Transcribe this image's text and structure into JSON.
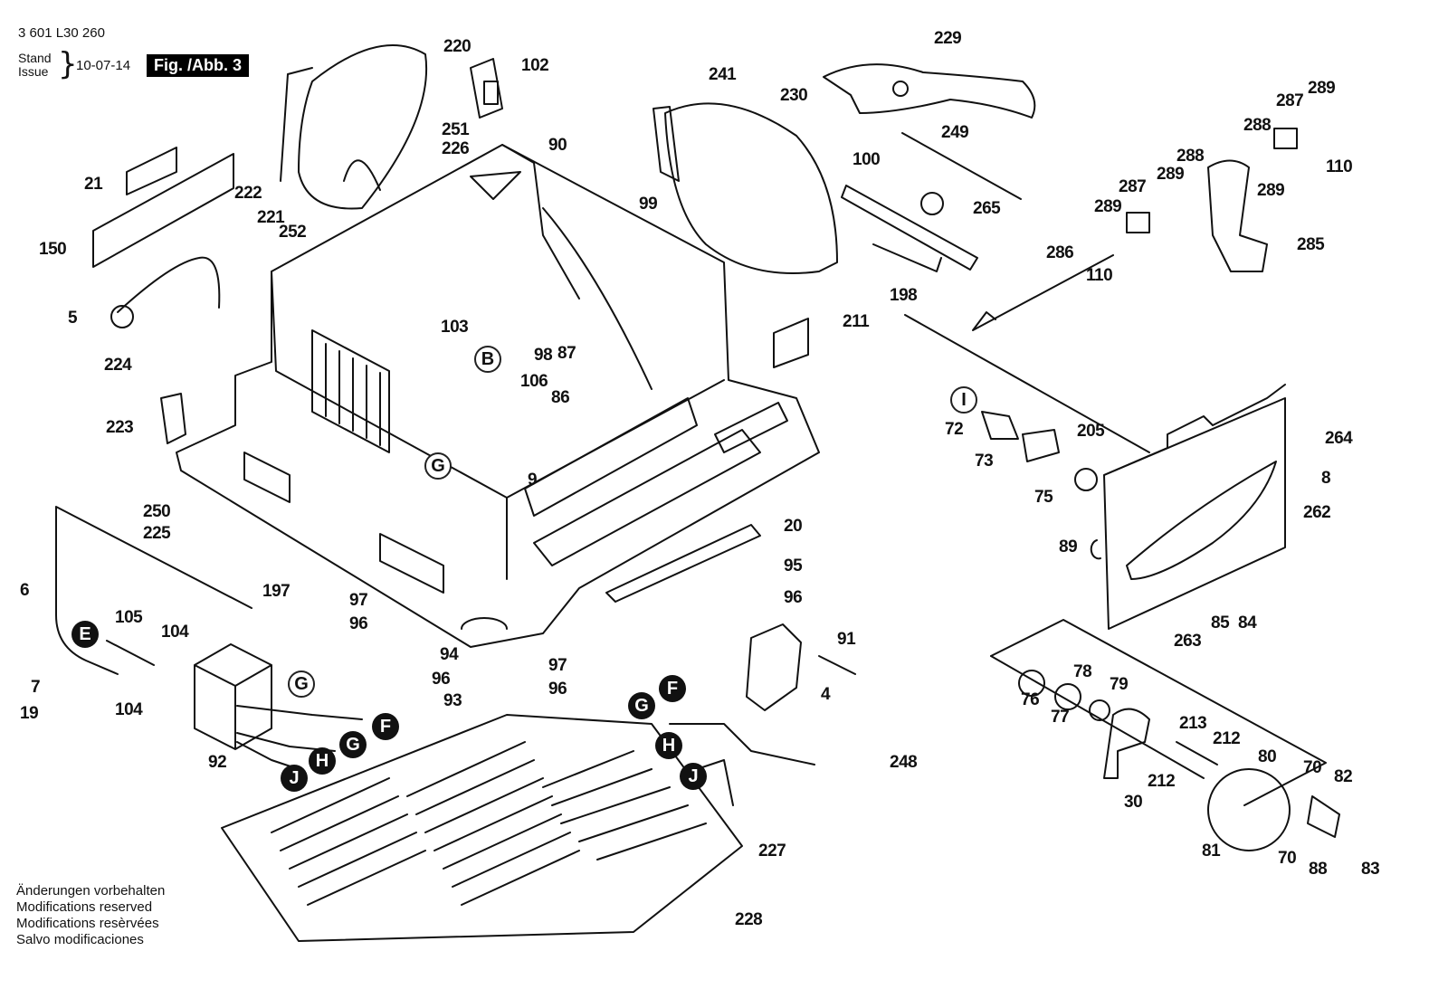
{
  "header": {
    "document_number": "3 601 L30 260",
    "stand_label": "Stand",
    "issue_label": "Issue",
    "date": "10-07-14",
    "figure_label": "Fig. /Abb. 3"
  },
  "footer": {
    "lines": [
      "Änderungen vorbehalten",
      "Modifications reserved",
      "Modifications resèrvées",
      "Salvo modificaciones"
    ]
  },
  "part_labels": [
    {
      "id": "l220",
      "text": "220"
    },
    {
      "id": "l102",
      "text": "102"
    },
    {
      "id": "l229",
      "text": "229"
    },
    {
      "id": "l241",
      "text": "241"
    },
    {
      "id": "l230",
      "text": "230"
    },
    {
      "id": "l289a",
      "text": "289"
    },
    {
      "id": "l287a",
      "text": "287"
    },
    {
      "id": "l288a",
      "text": "288"
    },
    {
      "id": "l110a",
      "text": "110"
    },
    {
      "id": "l289b",
      "text": "289"
    },
    {
      "id": "l251",
      "text": "251"
    },
    {
      "id": "l226",
      "text": "226"
    },
    {
      "id": "l90",
      "text": "90"
    },
    {
      "id": "l249",
      "text": "249"
    },
    {
      "id": "l100",
      "text": "100"
    },
    {
      "id": "l288b",
      "text": "288"
    },
    {
      "id": "l287b",
      "text": "287"
    },
    {
      "id": "l289c",
      "text": "289"
    },
    {
      "id": "l289d",
      "text": "289"
    },
    {
      "id": "l21",
      "text": "21"
    },
    {
      "id": "l222",
      "text": "222"
    },
    {
      "id": "l221",
      "text": "221"
    },
    {
      "id": "l252",
      "text": "252"
    },
    {
      "id": "l99",
      "text": "99"
    },
    {
      "id": "l265",
      "text": "265"
    },
    {
      "id": "l285",
      "text": "285"
    },
    {
      "id": "l150",
      "text": "150"
    },
    {
      "id": "l286",
      "text": "286"
    },
    {
      "id": "l110b",
      "text": "110"
    },
    {
      "id": "l198",
      "text": "198"
    },
    {
      "id": "l5",
      "text": "5"
    },
    {
      "id": "l103",
      "text": "103"
    },
    {
      "id": "l211",
      "text": "211"
    },
    {
      "id": "l98",
      "text": "98"
    },
    {
      "id": "l87",
      "text": "87"
    },
    {
      "id": "l224",
      "text": "224"
    },
    {
      "id": "l106",
      "text": "106"
    },
    {
      "id": "l86",
      "text": "86"
    },
    {
      "id": "l72",
      "text": "72"
    },
    {
      "id": "l205",
      "text": "205"
    },
    {
      "id": "l264",
      "text": "264"
    },
    {
      "id": "l223",
      "text": "223"
    },
    {
      "id": "l73",
      "text": "73"
    },
    {
      "id": "l9",
      "text": "9"
    },
    {
      "id": "l8",
      "text": "8"
    },
    {
      "id": "l75",
      "text": "75"
    },
    {
      "id": "l250",
      "text": "250"
    },
    {
      "id": "l20",
      "text": "20"
    },
    {
      "id": "l262",
      "text": "262"
    },
    {
      "id": "l225",
      "text": "225"
    },
    {
      "id": "l89",
      "text": "89"
    },
    {
      "id": "l95",
      "text": "95"
    },
    {
      "id": "l6",
      "text": "6"
    },
    {
      "id": "l197",
      "text": "197"
    },
    {
      "id": "l97a",
      "text": "97"
    },
    {
      "id": "l96a",
      "text": "96"
    },
    {
      "id": "l96b",
      "text": "96"
    },
    {
      "id": "l85",
      "text": "85"
    },
    {
      "id": "l84",
      "text": "84"
    },
    {
      "id": "l105",
      "text": "105"
    },
    {
      "id": "l104a",
      "text": "104"
    },
    {
      "id": "l94",
      "text": "94"
    },
    {
      "id": "l263",
      "text": "263"
    },
    {
      "id": "l91",
      "text": "91"
    },
    {
      "id": "l97b",
      "text": "97"
    },
    {
      "id": "l78",
      "text": "78"
    },
    {
      "id": "l79",
      "text": "79"
    },
    {
      "id": "l7",
      "text": "7"
    },
    {
      "id": "l96c",
      "text": "96"
    },
    {
      "id": "l96d",
      "text": "96"
    },
    {
      "id": "l4",
      "text": "4"
    },
    {
      "id": "l76",
      "text": "76"
    },
    {
      "id": "l19",
      "text": "19"
    },
    {
      "id": "l104b",
      "text": "104"
    },
    {
      "id": "l93",
      "text": "93"
    },
    {
      "id": "l77",
      "text": "77"
    },
    {
      "id": "l213",
      "text": "213"
    },
    {
      "id": "l212a",
      "text": "212"
    },
    {
      "id": "l80",
      "text": "80"
    },
    {
      "id": "l70a",
      "text": "70"
    },
    {
      "id": "l82",
      "text": "82"
    },
    {
      "id": "l92",
      "text": "92"
    },
    {
      "id": "l248",
      "text": "248"
    },
    {
      "id": "l212b",
      "text": "212"
    },
    {
      "id": "l30",
      "text": "30"
    },
    {
      "id": "l81",
      "text": "81"
    },
    {
      "id": "l70b",
      "text": "70"
    },
    {
      "id": "l88",
      "text": "88"
    },
    {
      "id": "l83",
      "text": "83"
    },
    {
      "id": "l227",
      "text": "227"
    },
    {
      "id": "l228",
      "text": "228"
    }
  ],
  "connectors": [
    {
      "id": "cI",
      "text": "I",
      "style": "open"
    },
    {
      "id": "cB",
      "text": "B",
      "style": "open"
    },
    {
      "id": "cG1",
      "text": "G",
      "style": "open"
    },
    {
      "id": "cG2",
      "text": "G",
      "style": "open"
    },
    {
      "id": "cE",
      "text": "E",
      "style": "solid"
    },
    {
      "id": "cF1",
      "text": "F",
      "style": "solid"
    },
    {
      "id": "cG3",
      "text": "G",
      "style": "solid"
    },
    {
      "id": "cH1",
      "text": "H",
      "style": "solid"
    },
    {
      "id": "cJ1",
      "text": "J",
      "style": "solid"
    },
    {
      "id": "cF2",
      "text": "F",
      "style": "solid"
    },
    {
      "id": "cG4",
      "text": "G",
      "style": "solid"
    },
    {
      "id": "cH2",
      "text": "H",
      "style": "solid"
    },
    {
      "id": "cJ2",
      "text": "J",
      "style": "solid"
    }
  ]
}
